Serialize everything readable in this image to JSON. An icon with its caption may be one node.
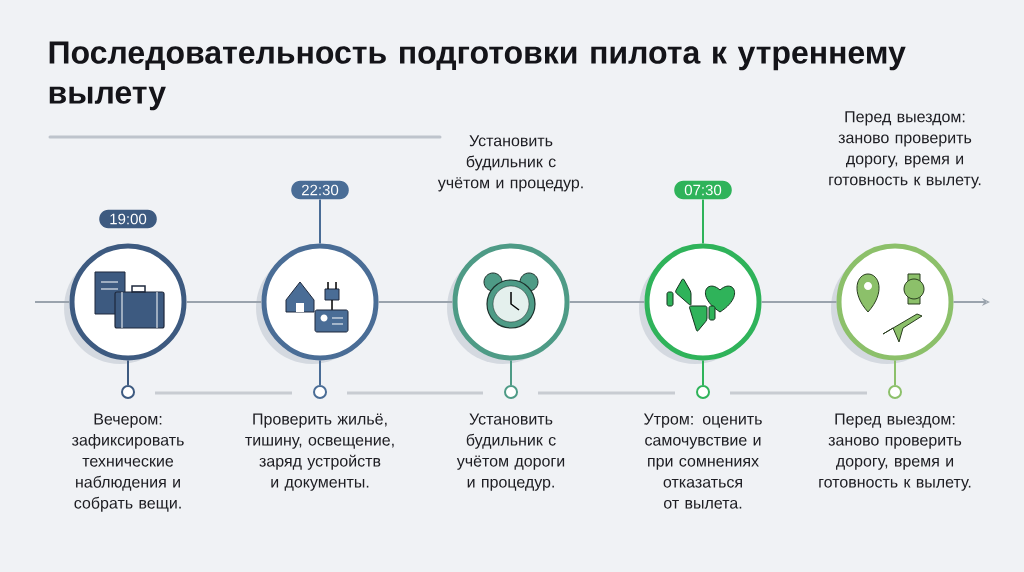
{
  "diagram": {
    "title": "Последовательность подготовки пилота к утреннему вылету",
    "nodes": [
      {
        "text": [
          "19:00"
        ]
      },
      {
        "text": [],
        "shape": "circle"
      },
      {
        "text": [
          "22:30"
        ]
      },
      {
        "text": [],
        "shape": "circle"
      },
      {
        "text": [],
        "shape": "circle",
        "beside": [
          "Установить будильник с учётом и процедур."
        ]
      },
      {
        "text": [
          "07:30"
        ]
      },
      {
        "text": [],
        "shape": "circle"
      },
      {
        "text": [],
        "shape": "circle",
        "beside": [
          "Перед выездом: заново проверить дорогу, время и готовность к вылету."
        ]
      },
      {
        "text": [],
        "shape": "circle",
        "beside": [
          "Вечером: зафиксировать технические наблюдения и собрать вещи."
        ]
      },
      {
        "text": [],
        "shape": "circle",
        "beside": [
          "Проверить жильё, тишину, освещение, заряд устройств и документы."
        ]
      },
      {
        "text": [],
        "shape": "circle",
        "beside": [
          "Установить будильник с учётом дороги и процедур."
        ]
      },
      {
        "text": [],
        "shape": "circle",
        "beside": [
          "Утром: оценить самочувствие и при сомнениях отказаться от вылета."
        ]
      },
      {
        "text": [],
        "shape": "circle",
        "beside": [
          "Перед выездом: заново проверить дорогу, время и готовность к вылету."
        ]
      }
    ],
    "edges": [
      {
        "from": null,
        "to": 1,
        "arrow": "none"
      },
      {
        "from": 1,
        "to": 3,
        "arrow": "none"
      },
      {
        "from": 3,
        "to": 4,
        "arrow": "none"
      },
      {
        "from": 4,
        "to": 6,
        "arrow": "none"
      },
      {
        "from": 6,
        "to": 7,
        "arrow": "none"
      },
      {
        "from": 7,
        "to": null,
        "arrow": "to"
      },
      {
        "from": 2,
        "to": 3,
        "arrow": "none",
        "color": "#4a6d96"
      },
      {
        "from": 5,
        "to": 6,
        "arrow": "none",
        "color": "#2fb35a"
      },
      {
        "from": 1,
        "to": 8,
        "arrow": "none",
        "color": "#3d5a80"
      },
      {
        "from": 3,
        "to": 9,
        "arrow": "none",
        "color": "#4a6d96"
      },
      {
        "from": 4,
        "to": 10,
        "arrow": "none",
        "color": "#4e9b86"
      },
      {
        "from": 6,
        "to": 11,
        "arrow": "none",
        "color": "#2fb35a"
      },
      {
        "from": 7,
        "to": 12,
        "arrow": "none",
        "color": "#8cc06a"
      }
    ]
  }
}
